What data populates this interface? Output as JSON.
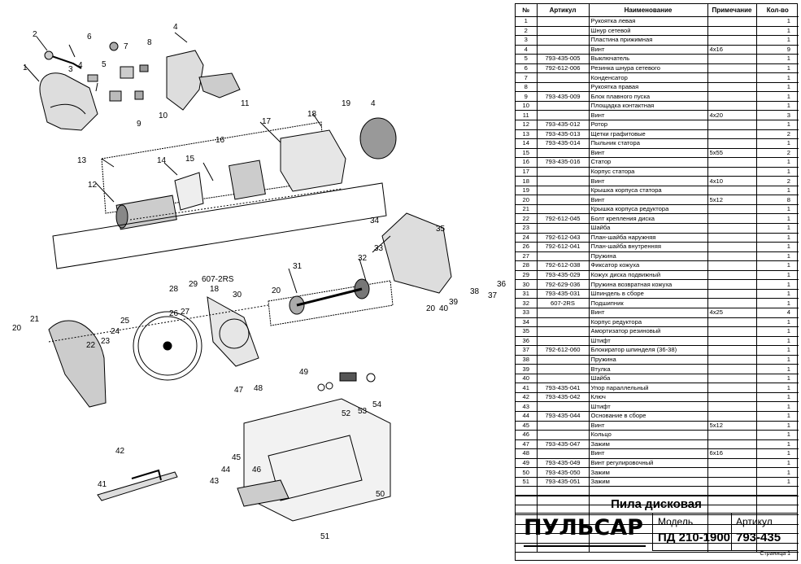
{
  "diagram": {
    "callouts": [
      "1",
      "2",
      "3",
      "4",
      "5",
      "6",
      "7",
      "8",
      "4",
      "9",
      "10",
      "11",
      "12",
      "13",
      "14",
      "15",
      "16",
      "17",
      "18",
      "19",
      "4",
      "20",
      "21",
      "22",
      "23",
      "24",
      "25",
      "26",
      "27",
      "28",
      "29",
      "18",
      "30",
      "20",
      "31",
      "32",
      "33",
      "34",
      "35",
      "36",
      "37",
      "38",
      "39",
      "40",
      "20",
      "41",
      "42",
      "43",
      "44",
      "45",
      "46",
      "47",
      "48",
      "49",
      "50",
      "51",
      "52",
      "53",
      "54",
      "607-2RS"
    ]
  },
  "table": {
    "headers": {
      "num": "№",
      "article": "Артикул",
      "name": "Наименование",
      "note": "Примечание",
      "qty": "Кол-во"
    },
    "rows": [
      {
        "num": "1",
        "article": "",
        "name": "Рукоятка левая",
        "note": "",
        "qty": "1"
      },
      {
        "num": "2",
        "article": "",
        "name": "Шнур сетевой",
        "note": "",
        "qty": "1"
      },
      {
        "num": "3",
        "article": "",
        "name": "Пластина прижимная",
        "note": "",
        "qty": "1"
      },
      {
        "num": "4",
        "article": "",
        "name": "Винт",
        "note": "4x16",
        "qty": "9"
      },
      {
        "num": "5",
        "article": "793-435-005",
        "name": "Выключатель",
        "note": "",
        "qty": "1"
      },
      {
        "num": "6",
        "article": "792-612-006",
        "name": "Резинка шнура сетевого",
        "note": "",
        "qty": "1"
      },
      {
        "num": "7",
        "article": "",
        "name": "Конденсатор",
        "note": "",
        "qty": "1"
      },
      {
        "num": "8",
        "article": "",
        "name": "Рукоятка правая",
        "note": "",
        "qty": "1"
      },
      {
        "num": "9",
        "article": "793-435-009",
        "name": "Блок плавного пуска",
        "note": "",
        "qty": "1"
      },
      {
        "num": "10",
        "article": "",
        "name": "Площадка контактная",
        "note": "",
        "qty": "1"
      },
      {
        "num": "11",
        "article": "",
        "name": "Винт",
        "note": "4x20",
        "qty": "3"
      },
      {
        "num": "12",
        "article": "793-435-012",
        "name": "Ротор",
        "note": "",
        "qty": "1"
      },
      {
        "num": "13",
        "article": "793-435-013",
        "name": "Щетки графитовые",
        "note": "",
        "qty": "2"
      },
      {
        "num": "14",
        "article": "793-435-014",
        "name": "Пыльник статора",
        "note": "",
        "qty": "1"
      },
      {
        "num": "15",
        "article": "",
        "name": "Винт",
        "note": "5x55",
        "qty": "2"
      },
      {
        "num": "16",
        "article": "793-435-016",
        "name": "Статор",
        "note": "",
        "qty": "1"
      },
      {
        "num": "17",
        "article": "",
        "name": "Корпус статора",
        "note": "",
        "qty": "1"
      },
      {
        "num": "18",
        "article": "",
        "name": "Винт",
        "note": "4x10",
        "qty": "2"
      },
      {
        "num": "19",
        "article": "",
        "name": "Крышка корпуса статора",
        "note": "",
        "qty": "1"
      },
      {
        "num": "20",
        "article": "",
        "name": "Винт",
        "note": "5x12",
        "qty": "8"
      },
      {
        "num": "21",
        "article": "",
        "name": "Крышка корпуса редуктора",
        "note": "",
        "qty": "1"
      },
      {
        "num": "22",
        "article": "792-612-045",
        "name": "Болт крепления диска",
        "note": "",
        "qty": "1"
      },
      {
        "num": "23",
        "article": "",
        "name": "Шайба",
        "note": "",
        "qty": "1"
      },
      {
        "num": "24",
        "article": "792-612-043",
        "name": "План-шайба наружняя",
        "note": "",
        "qty": "1"
      },
      {
        "num": "26",
        "article": "792-612-041",
        "name": "План-шайба внутренняя",
        "note": "",
        "qty": "1"
      },
      {
        "num": "27",
        "article": "",
        "name": "Пружина",
        "note": "",
        "qty": "1"
      },
      {
        "num": "28",
        "article": "792-612-038",
        "name": "Фиксатор кожуха",
        "note": "",
        "qty": "1"
      },
      {
        "num": "29",
        "article": "793-435-029",
        "name": "Кожух диска подвижный",
        "note": "",
        "qty": "1"
      },
      {
        "num": "30",
        "article": "792-629-036",
        "name": "Пружина возвратная кожуха",
        "note": "",
        "qty": "1"
      },
      {
        "num": "31",
        "article": "793-435-031",
        "name": "Шпиндель в сборе",
        "note": "",
        "qty": "1"
      },
      {
        "num": "32",
        "article": "607-2RS",
        "name": "Подшипник",
        "note": "",
        "qty": "1"
      },
      {
        "num": "33",
        "article": "",
        "name": "Винт",
        "note": "4x25",
        "qty": "4"
      },
      {
        "num": "34",
        "article": "",
        "name": "Корпус редуктора",
        "note": "",
        "qty": "1"
      },
      {
        "num": "35",
        "article": "",
        "name": "Амортизатор резиновый",
        "note": "",
        "qty": "1"
      },
      {
        "num": "36",
        "article": "",
        "name": "Штифт",
        "note": "",
        "qty": "1"
      },
      {
        "num": "37",
        "article": "792-612-060",
        "name": "Блокиратор шпинделя (36-38)",
        "note": "",
        "qty": "1"
      },
      {
        "num": "38",
        "article": "",
        "name": "Пружина",
        "note": "",
        "qty": "1"
      },
      {
        "num": "39",
        "article": "",
        "name": "Втулка",
        "note": "",
        "qty": "1"
      },
      {
        "num": "40",
        "article": "",
        "name": "Шайба",
        "note": "",
        "qty": "1"
      },
      {
        "num": "41",
        "article": "793-435-041",
        "name": "Упор параллельный",
        "note": "",
        "qty": "1"
      },
      {
        "num": "42",
        "article": "793-435-042",
        "name": "Ключ",
        "note": "",
        "qty": "1"
      },
      {
        "num": "43",
        "article": "",
        "name": "Штифт",
        "note": "",
        "qty": "1"
      },
      {
        "num": "44",
        "article": "793-435-044",
        "name": "Основание в сборе",
        "note": "",
        "qty": "1"
      },
      {
        "num": "45",
        "article": "",
        "name": "Винт",
        "note": "5x12",
        "qty": "1"
      },
      {
        "num": "46",
        "article": "",
        "name": "Кольцо",
        "note": "",
        "qty": "1"
      },
      {
        "num": "47",
        "article": "793-435-047",
        "name": "Зажим",
        "note": "",
        "qty": "1"
      },
      {
        "num": "48",
        "article": "",
        "name": "Винт",
        "note": "6x16",
        "qty": "1"
      },
      {
        "num": "49",
        "article": "793-435-049",
        "name": "Винт регулировочный",
        "note": "",
        "qty": "1"
      },
      {
        "num": "50",
        "article": "793-435-050",
        "name": "Зажим",
        "note": "",
        "qty": "1"
      },
      {
        "num": "51",
        "article": "793-435-051",
        "name": "Зажим",
        "note": "",
        "qty": "1"
      }
    ],
    "empty_rows": 7
  },
  "title_block": {
    "product_name": "Пила дисковая",
    "brand": "ПУЛЬСАР",
    "model_label": "Модель",
    "model_value": "ПД 210-1900",
    "article_label": "Артикул",
    "article_value": "793-435",
    "page": "Страница 1"
  }
}
